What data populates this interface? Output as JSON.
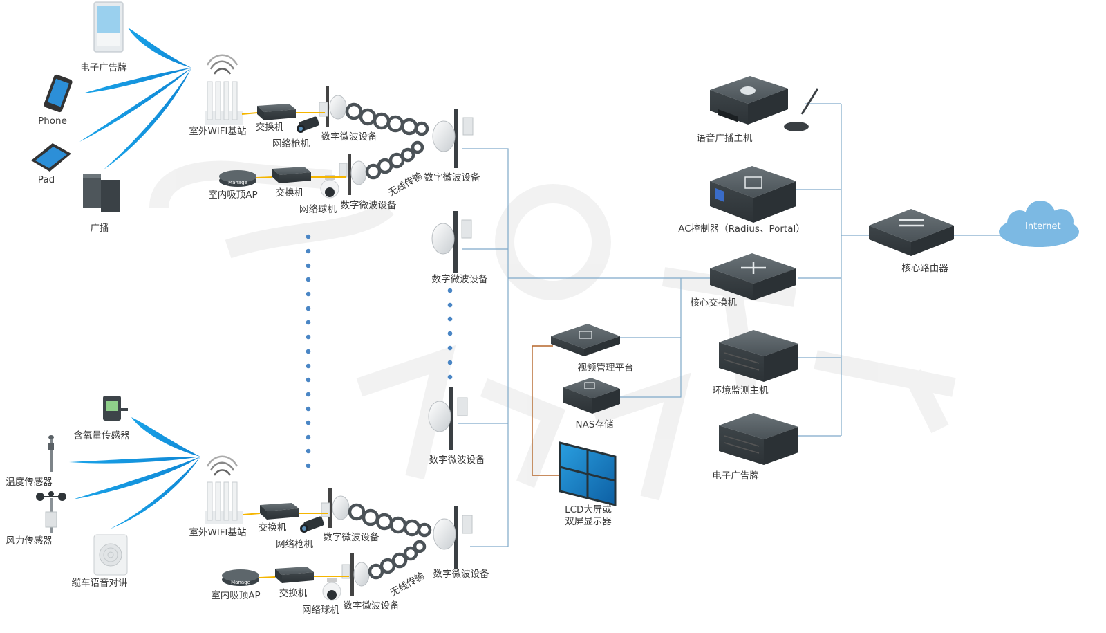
{
  "labels": {
    "billboard_top": "电子广告牌",
    "phone": "Phone",
    "pad": "Pad",
    "broadcast": "广播",
    "outdoor_wifi_1": "室外WIFI基站",
    "switch_1": "交换机",
    "camera_1": "网络枪机",
    "microwave_1": "数字微波设备",
    "indoor_ap_1": "室内吸顶AP",
    "switch_2": "交换机",
    "dome_1": "网络球机",
    "microwave_2": "数字微波设备",
    "wireless_1": "无线传输",
    "microwave_relay_1": "数字微波设备",
    "microwave_relay_2": "数字微波设备",
    "microwave_relay_3": "数字微波设备",
    "microwave_relay_4": "数字微波设备",
    "oxygen_sensor": "含氧量传感器",
    "temp_sensor": "温度传感器",
    "wind_sensor": "风力传感器",
    "cable_car_intercom": "缆车语音对讲",
    "outdoor_wifi_2": "室外WIFI基站",
    "switch_3": "交换机",
    "camera_2": "网络枪机",
    "microwave_3": "数字微波设备",
    "indoor_ap_2": "室内吸顶AP",
    "switch_4": "交换机",
    "dome_2": "网络球机",
    "microwave_4": "数字微波设备",
    "wireless_2": "无线传输",
    "voice_broadcast_host": "语音广播主机",
    "ac_controller": "AC控制器（Radius、Portal）",
    "core_switch": "核心交换机",
    "video_platform": "视频管理平台",
    "nas": "NAS存储",
    "lcd_screen_line1": "LCD大屏或",
    "lcd_screen_line2": "双屏显示器",
    "env_monitor_host": "环境监测主机",
    "billboard_right": "电子广告牌",
    "core_router": "核心路由器",
    "internet": "Internet",
    "ap_manage_1": "Manage",
    "ap_manage_2": "Manage"
  },
  "colors": {
    "signal_blue": "#1aa3e8",
    "link_yellow": "#f5b500",
    "link_blue": "#7fa9c9",
    "link_orange": "#b5662a",
    "device_dark": "#3d4449",
    "cloud_blue": "#7cb9e3",
    "dot_blue": "#4a86c5"
  }
}
